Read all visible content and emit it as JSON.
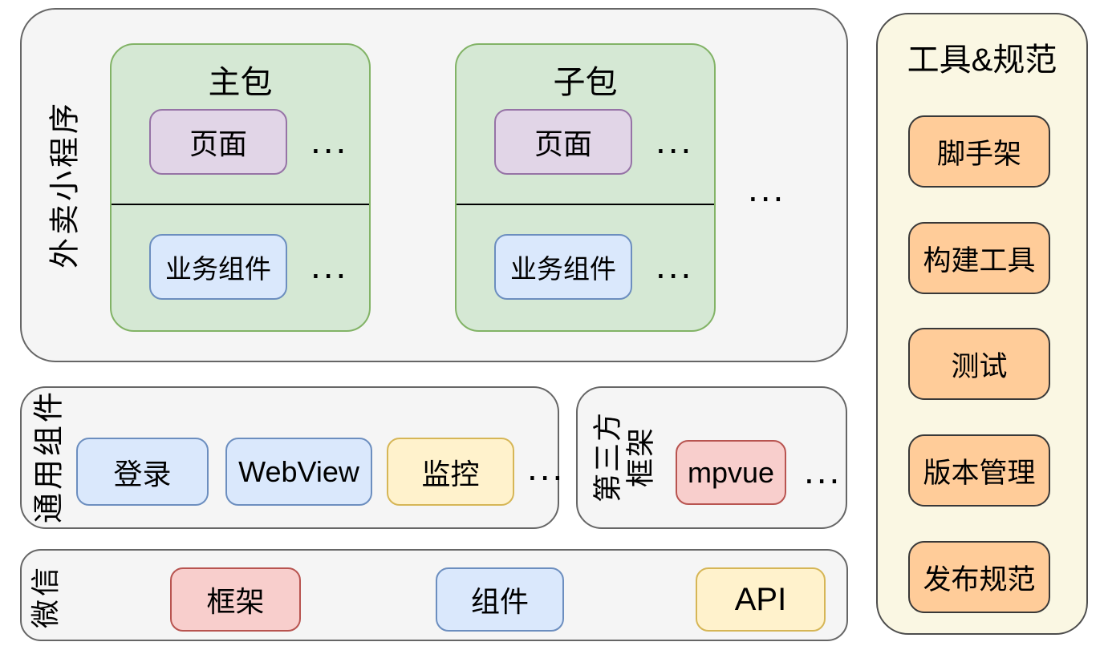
{
  "miniapp": {
    "label": "外卖小程序",
    "more": "...",
    "packages": [
      {
        "title": "主包",
        "page": "页面",
        "page_more": "...",
        "component": "业务组件",
        "component_more": "..."
      },
      {
        "title": "子包",
        "page": "页面",
        "page_more": "...",
        "component": "业务组件",
        "component_more": "..."
      }
    ]
  },
  "common_components": {
    "label": "通用组件",
    "items": [
      {
        "label": "登录",
        "color": "blue"
      },
      {
        "label": "WebView",
        "color": "blue"
      },
      {
        "label": "监控",
        "color": "yellow"
      }
    ],
    "more": "..."
  },
  "third_party": {
    "label_line1": "第三方",
    "label_line2": "框架",
    "items": [
      {
        "label": "mpvue",
        "color": "red"
      }
    ],
    "more": "..."
  },
  "wechat": {
    "label": "微信",
    "items": [
      {
        "label": "框架",
        "color": "red"
      },
      {
        "label": "组件",
        "color": "blue"
      },
      {
        "label": "API",
        "color": "yellow"
      }
    ]
  },
  "tools": {
    "title": "工具&规范",
    "items": [
      {
        "label": "脚手架"
      },
      {
        "label": "构建工具"
      },
      {
        "label": "测试"
      },
      {
        "label": "版本管理"
      },
      {
        "label": "发布规范"
      }
    ]
  },
  "colors": {
    "panel_fill": "#F5F5F5",
    "panel_stroke": "#666666",
    "tools_panel_fill": "#FAF7E3",
    "green_fill": "#D5E8D4",
    "green_stroke": "#82B366",
    "purple_fill": "#E1D5E7",
    "purple_stroke": "#9673A6",
    "blue_fill": "#DAE8FC",
    "blue_stroke": "#6C8EBF",
    "yellow_fill": "#FFF2CC",
    "yellow_stroke": "#D6B656",
    "red_fill": "#F8CECC",
    "red_stroke": "#B85450",
    "orange_fill": "#FFCC99",
    "orange_stroke": "#383838",
    "text": "#000000"
  }
}
